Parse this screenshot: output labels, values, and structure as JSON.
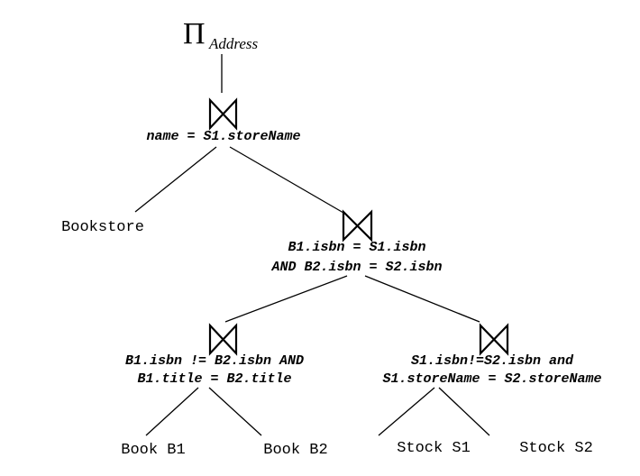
{
  "projection": {
    "symbol": "Π",
    "attribute": "Address"
  },
  "join_root": {
    "condition": "name = S1.storeName"
  },
  "join_middle": {
    "condition_line1": "B1.isbn = S1.isbn",
    "condition_line2": "AND B2.isbn = S2.isbn"
  },
  "join_books": {
    "condition_line1": "B1.isbn != B2.isbn AND",
    "condition_line2": "B1.title = B2.title"
  },
  "join_stocks": {
    "condition_line1": "S1.isbn!=S2.isbn and",
    "condition_line2": "S1.storeName = S2.storeName"
  },
  "relations": {
    "bookstore": "Bookstore",
    "book_b1": "Book B1",
    "book_b2": "Book B2",
    "stock_s1": "Stock S1",
    "stock_s2": "Stock S2"
  },
  "colors": {
    "ink": "#000000",
    "background": "#ffffff"
  }
}
